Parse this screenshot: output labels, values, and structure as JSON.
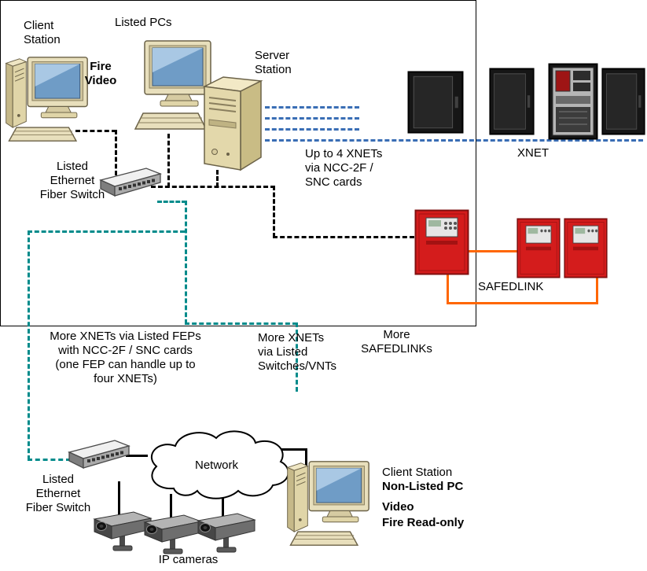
{
  "labels": {
    "client_station_top": "Client\nStation",
    "listed_pcs": "Listed PCs",
    "fire_video": "Fire\nVideo",
    "server_station": "Server\nStation",
    "switch_top": "Listed\nEthernet\nFiber Switch",
    "up_to_4_xnets": "Up to 4 XNETs\nvia NCC-2F /\nSNC cards",
    "xnet": "XNET",
    "safedlink": "SAFEDLINK",
    "more_xnets_feps": "More XNETs via Listed FEPs\nwith NCC-2F / SNC cards\n(one FEP can handle up to\nfour XNETs)",
    "more_xnets_switches": "More XNETs\nvia Listed\nSwitches/VNTs",
    "more_safedlinks": "More\nSAFEDLINKs",
    "network": "Network",
    "switch_bottom": "Listed\nEthernet\nFiber Switch",
    "ip_cameras": "IP cameras",
    "client_station_bottom": "Client Station",
    "non_listed_pc": "Non-Listed PC",
    "video": "Video",
    "fire_read_only": "Fire Read-only"
  },
  "colors": {
    "xnet_link": "#3a6eb5",
    "safedlink_link": "#ff6600",
    "network_link": "#008b8b",
    "lan_link": "#000000",
    "fire_panel_black": "#161616",
    "fire_panel_red": "#d41c1c"
  },
  "devices": [
    "client-workstation",
    "listed-pc-workstation",
    "server-tower",
    "ethernet-fiber-switch-top",
    "fire-panel-black-1",
    "fire-panel-black-2",
    "fire-panel-black-3",
    "fire-panel-black-4",
    "fire-panel-red-1",
    "fire-panel-red-2",
    "fire-panel-red-3",
    "network-cloud",
    "ethernet-fiber-switch-bottom",
    "ip-camera-1",
    "ip-camera-2",
    "ip-camera-3",
    "client-workstation-bottom"
  ]
}
